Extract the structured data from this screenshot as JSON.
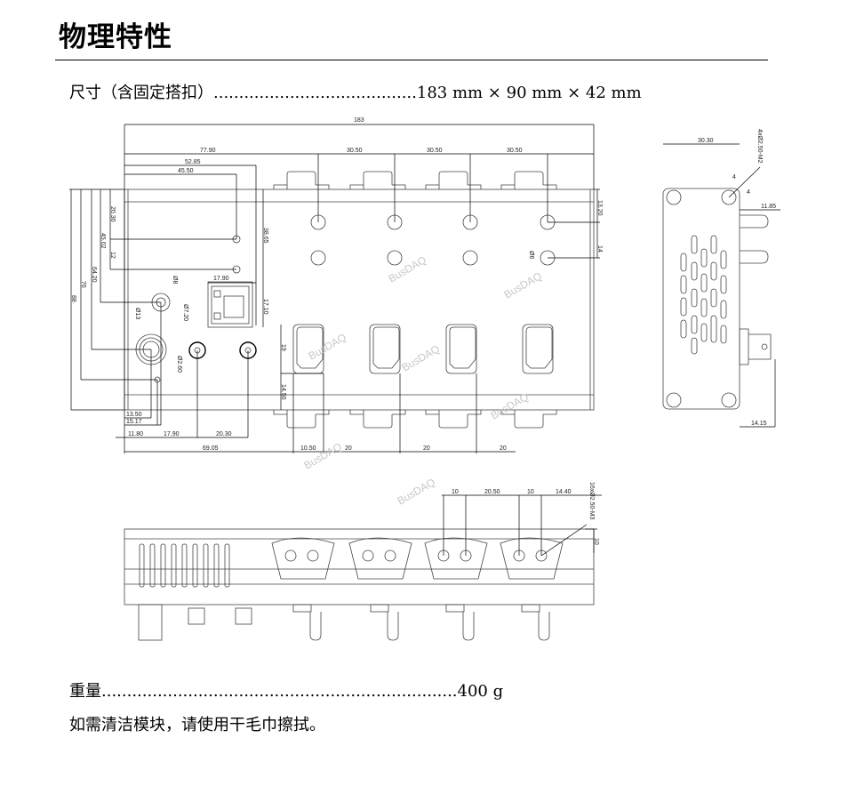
{
  "section_title": "物理特性",
  "dimensions_line": {
    "label": "尺寸（含固定搭扣）",
    "dots": "........................................",
    "value": "183 mm × 90 mm × 42 mm"
  },
  "weight_line": {
    "label": "重量",
    "dots": "......................................................................",
    "value": "400 g"
  },
  "cleaning_note": "如需清洁模块，请使用干毛巾擦拭。",
  "watermark": "BusDAQ",
  "drawing": {
    "front": {
      "overall_width": "183",
      "d77": "77.90",
      "d52": "52.85",
      "d45": "45.50",
      "pitch": [
        "30.50",
        "30.50",
        "30.50"
      ],
      "v20": "20.30",
      "v45": "45.02",
      "v12": "12",
      "v64": "64.20",
      "v76": "76",
      "v88": "88",
      "v38": "38.65",
      "rj_w": "17.90",
      "rj_h": "17.10",
      "phi8": "Ø8",
      "phi13": "Ø13",
      "phi7": "Ø7.20",
      "phi2": "Ø2.60",
      "db_h": "19",
      "db_off": "14.50",
      "b1350": "13.50",
      "b1517": "15.17",
      "b1180": "11.80",
      "b1790": "17.90",
      "b2030": "20.30",
      "b6905": "69.05",
      "b1050": "10.50",
      "b20": [
        "20",
        "20",
        "20"
      ],
      "r1320": "13.20",
      "r14": "14",
      "phi6": "Ø6"
    },
    "side": {
      "width": "30.30",
      "screw": "4xØ2.50-M2",
      "s4a": "4",
      "s4b": "4",
      "d1185": "11.85",
      "d1415": "14.15"
    },
    "top": {
      "d10a": "10",
      "d2050": "20.50",
      "d10b": "10",
      "d1440": "14.40",
      "screw": "16xØ2.50-M3",
      "d10c": "10"
    }
  }
}
